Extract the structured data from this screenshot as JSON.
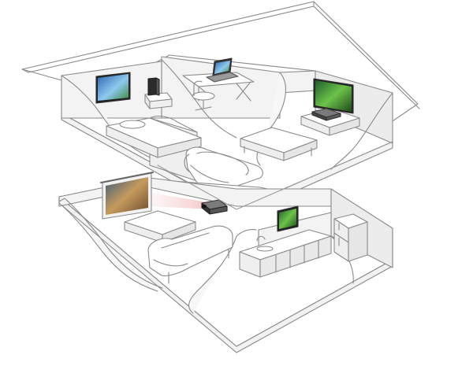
{
  "scene": {
    "subject": "house cutaway",
    "levels": [
      "upper-floor",
      "lower-floor"
    ],
    "rooms": {
      "upper": [
        "bedroom",
        "office",
        "living-room"
      ],
      "lower": [
        "home-theater",
        "kitchen"
      ]
    },
    "devices": [
      "tv-bedroom",
      "game-console",
      "laptop",
      "tv-living-room",
      "set-top-box",
      "projector",
      "projection-screen",
      "kitchen-tv"
    ]
  },
  "colors": {
    "line": "#8a8a8a",
    "wall": "#f3f3f3",
    "wall_inner": "#e6e6e6",
    "floor": "#ffffff",
    "shadow": "#dcdcdc",
    "device_dark": "#2b2b2b",
    "screen_green": "#3f9b3a",
    "screen_blue": "#2f6fb3",
    "projector_beam": "#f2c9c9"
  }
}
